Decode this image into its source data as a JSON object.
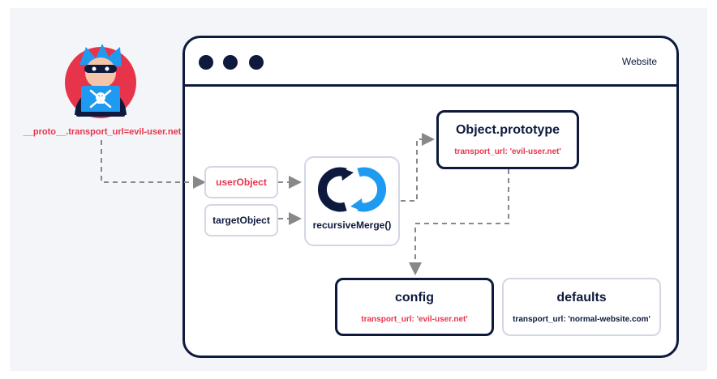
{
  "attacker": {
    "payload": "__proto__.transport_url=evil-user.net"
  },
  "window": {
    "title": "Website"
  },
  "inputs": {
    "user_object": "userObject",
    "target_object": "targetObject"
  },
  "merge": {
    "label": "recursiveMerge()"
  },
  "prototype": {
    "title": "Object.prototype",
    "value": "transport_url: 'evil-user.net'"
  },
  "config": {
    "title": "config",
    "value": "transport_url: 'evil-user.net'"
  },
  "defaults": {
    "title": "defaults",
    "value": "transport_url: 'normal-website.com'"
  },
  "colors": {
    "navy": "#0e1a3d",
    "red": "#e8344a",
    "blue": "#1e9bf0",
    "gray_border": "#d4d6e3",
    "arrow": "#888888"
  }
}
